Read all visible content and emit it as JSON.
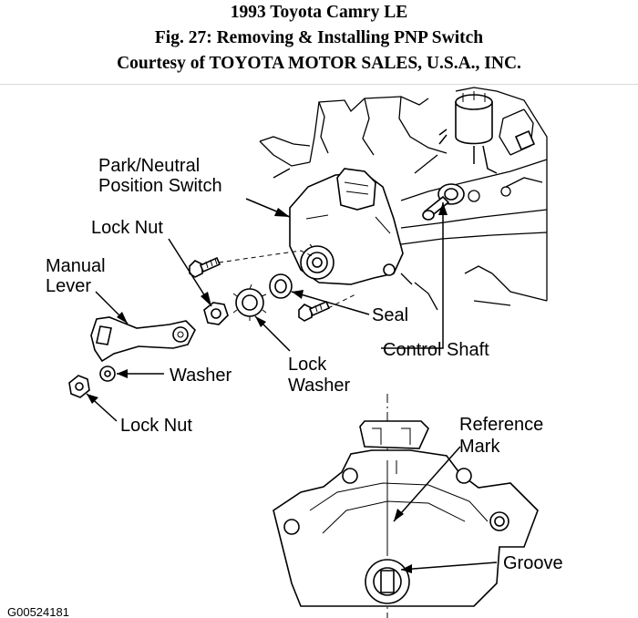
{
  "header": {
    "title": "1993 Toyota Camry LE",
    "figure": "Fig. 27: Removing & Installing PNP Switch",
    "courtesy": "Courtesy of TOYOTA MOTOR SALES, U.S.A., INC."
  },
  "labels": {
    "pnp_switch_line1": "Park/Neutral",
    "pnp_switch_line2": "Position Switch",
    "lock_nut_top": "Lock Nut",
    "manual_lever_line1": "Manual",
    "manual_lever_line2": "Lever",
    "seal": "Seal",
    "control_shaft": "Control Shaft",
    "lock_washer_line1": "Lock",
    "lock_washer_line2": "Washer",
    "washer": "Washer",
    "lock_nut_bottom": "Lock Nut",
    "reference_mark_line1": "Reference",
    "reference_mark_line2": "Mark",
    "groove": "Groove"
  },
  "figure_id": "G00524181"
}
